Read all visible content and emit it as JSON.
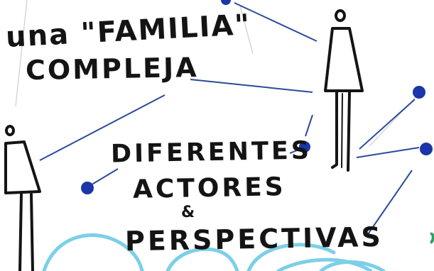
{
  "title": {
    "line1": "una \"FAMILIA\"",
    "line2": "COMPLEJA"
  },
  "subtitle": {
    "line1": "DIFERENTES",
    "line2": "ACTORES",
    "line3": "&",
    "line4": "PERSPECTIVAS"
  },
  "colors": {
    "ink": "#141414",
    "node": "#1c35a8",
    "line": "#2b4a9a",
    "wave": "#7ccfe8",
    "green": "#2f9d63"
  }
}
